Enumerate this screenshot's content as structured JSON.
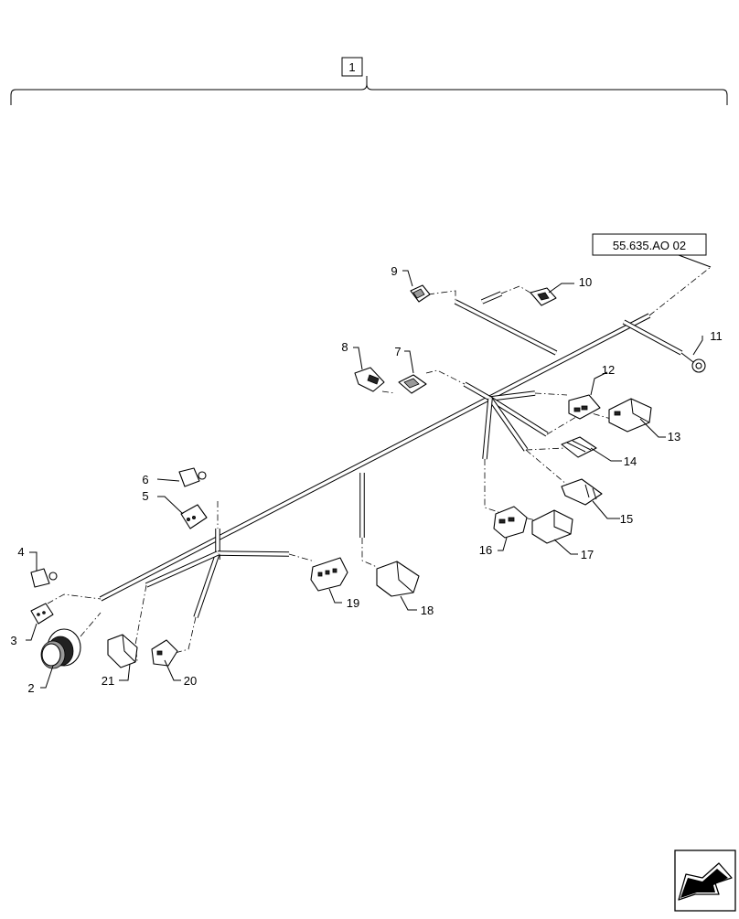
{
  "assembly_label": "1",
  "reference_label": "55.635.AO 02",
  "callouts": {
    "c2": "2",
    "c3": "3",
    "c4": "4",
    "c5": "5",
    "c6": "6",
    "c7": "7",
    "c8": "8",
    "c9": "9",
    "c10": "10",
    "c11": "11",
    "c12": "12",
    "c13": "13",
    "c14": "14",
    "c15": "15",
    "c16": "16",
    "c17": "17",
    "c18": "18",
    "c19": "19",
    "c20": "20",
    "c21": "21"
  },
  "icons": {
    "navigation": "arrow-icon"
  }
}
